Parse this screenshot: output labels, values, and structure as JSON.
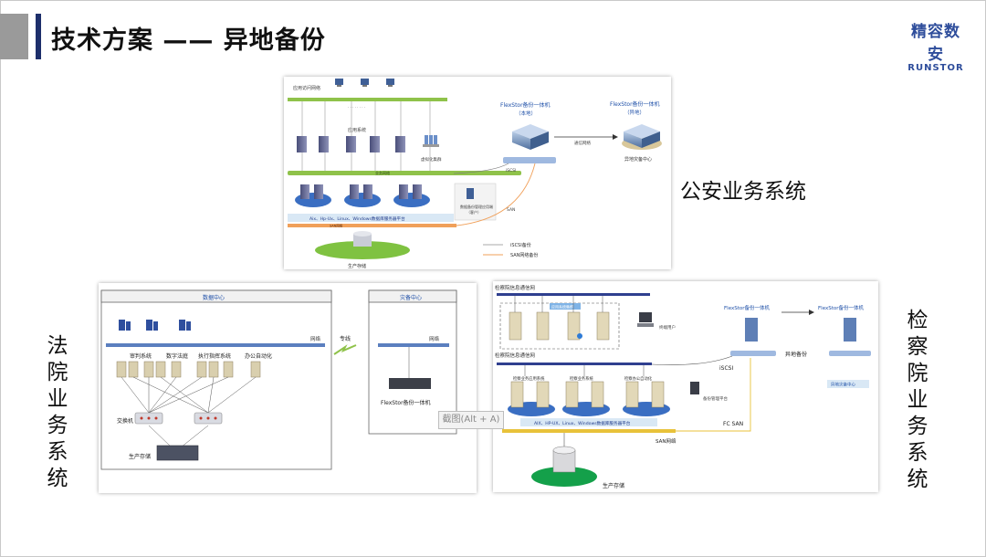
{
  "title": "技术方案 —— 异地备份",
  "logo": {
    "cn": "精容数安",
    "en": "RUNSTOR"
  },
  "labels": {
    "police": "公安业务系统",
    "court": "法院业务系统",
    "procuratorate": "检察院业务系统"
  },
  "tooltip": "截图(Alt + A)",
  "police": {
    "top_net": "应用访问网络",
    "app_system": "应用系统",
    "virtual_cluster": "虚拟化集群",
    "business_net": "业务网络",
    "local_box": "FlexStor备份一体机",
    "local_box_sub": "（本地）",
    "remote_box": "FlexStor备份一体机",
    "remote_box_sub": "（异地）",
    "wan": "通信网络",
    "dr_center": "异地灾备中心",
    "iscsi": "iSCSI",
    "san": "SAN",
    "platform": "Aix、Hp-Ux、Linux、Windows数据库服务器平台",
    "san_net": "SAN网络",
    "mgmt": "数据备份管理应用端",
    "mgmt_sub": "（客户）",
    "storage": "生产存储",
    "legend_iscsi": "iSCSI备份",
    "legend_san": "SAN网络备份"
  },
  "court": {
    "dc": "数据中心",
    "dr": "灾备中心",
    "net": "网络",
    "net_dr": "网络",
    "line": "专线",
    "systems": [
      "审判系统",
      "数字法庭",
      "执行指挥系统",
      "办公自动化"
    ],
    "switch": "交换机",
    "storage": "生产存储",
    "appliance": "FlexStor备份一体机"
  },
  "proc": {
    "net1": "检察院信息通信网",
    "net2": "检察院信息通信网",
    "cluster": "应用系统集群",
    "client": "终端用户",
    "local_box": "FlexStor备份一体机",
    "remote_box": "FlexStor备份一体机",
    "remote_backup": "异地备份",
    "dr_center": "异地灾备中心",
    "iscsi": "iSCSI",
    "fc_san": "FC SAN",
    "platform": "AIX、HP-UX、Linux、Windows数据库服务器平台",
    "san_net": "SAN网络",
    "mgmt": "备份管理平台",
    "storage": "生产存储",
    "groups": [
      "检察业务应用系统",
      "检察业务系统",
      "检察办公自动化"
    ]
  }
}
